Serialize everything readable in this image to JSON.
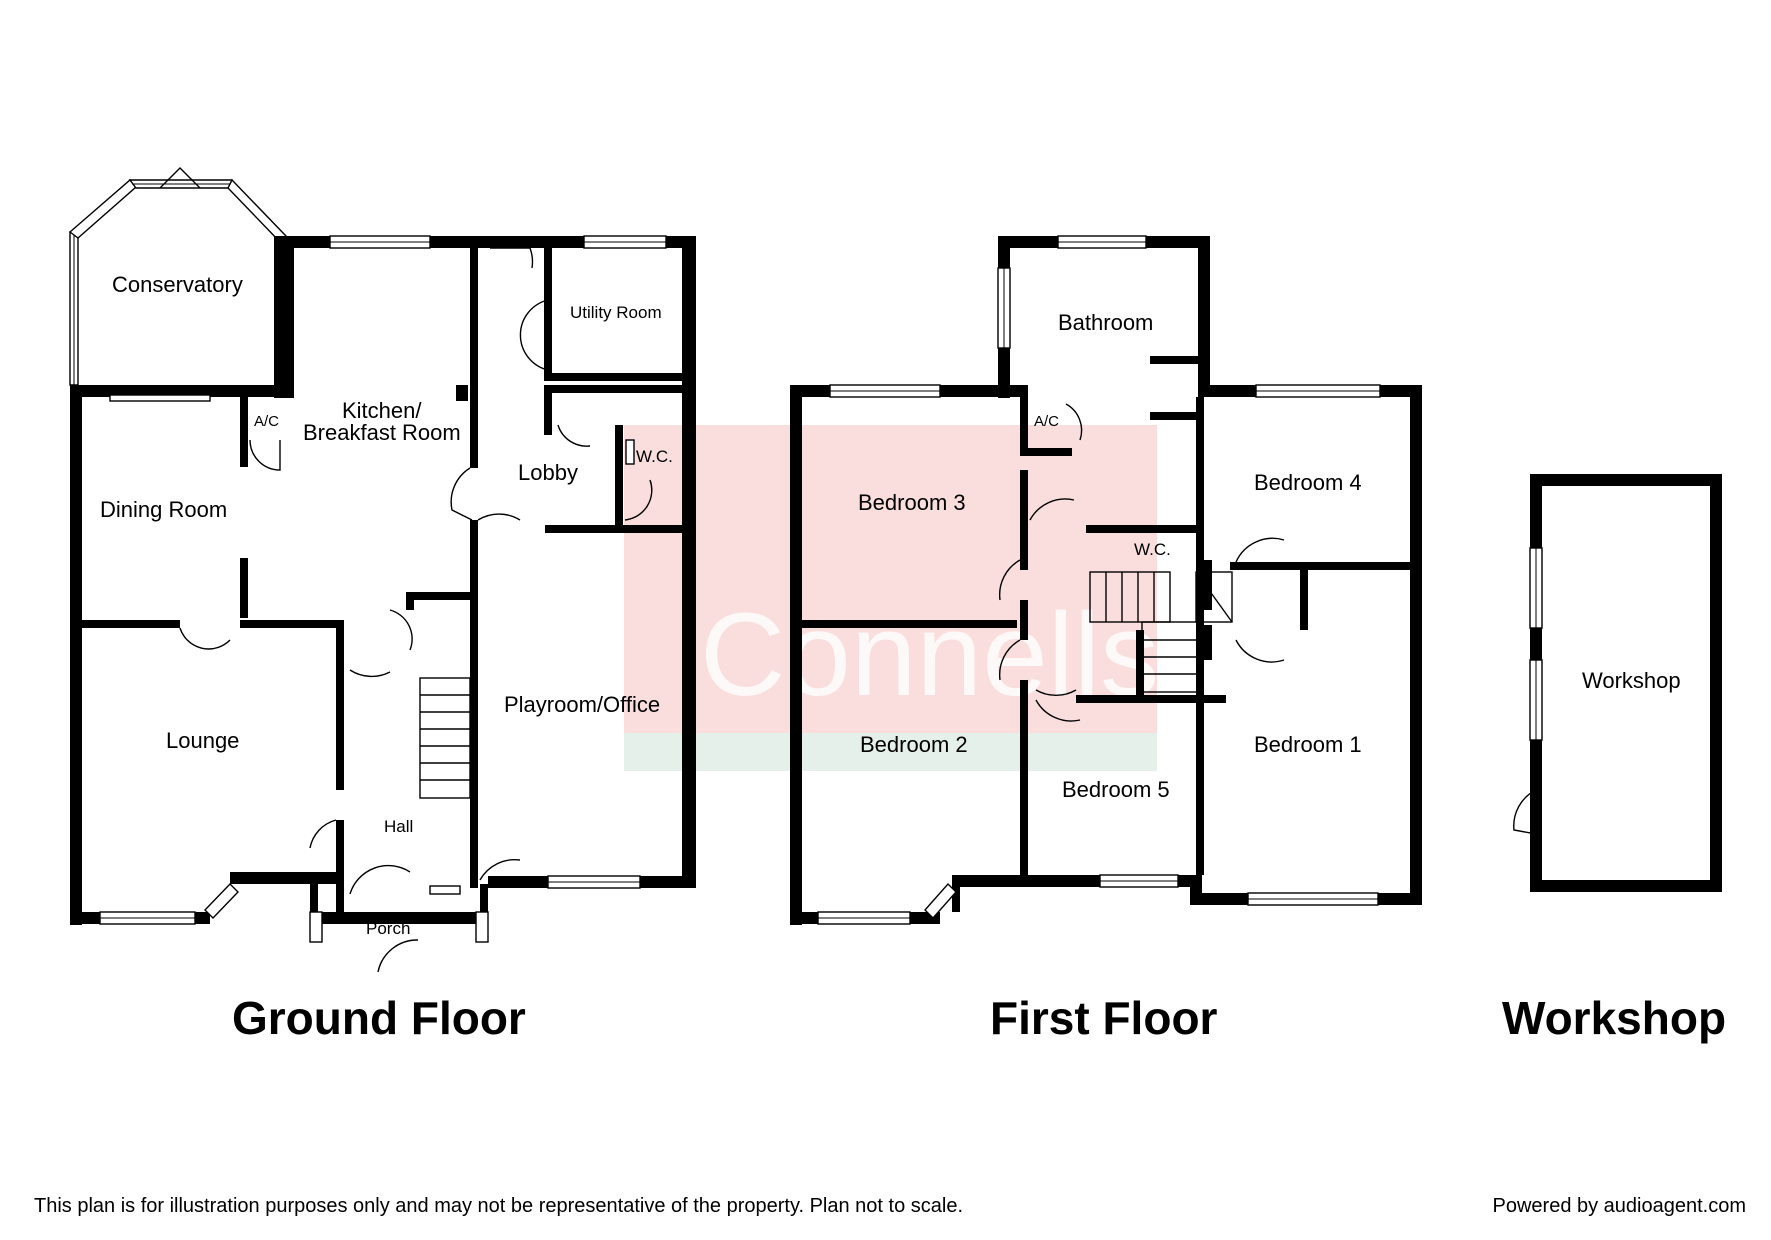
{
  "watermark": "Connells",
  "floors": [
    {
      "title": "Ground Floor",
      "rooms": [
        "Conservatory",
        "Kitchen/",
        "Breakfast Room",
        "Utility Room",
        "A/C",
        "Lobby",
        "W.C.",
        "Dining Room",
        "Lounge",
        "Playroom/Office",
        "Hall",
        "Porch"
      ]
    },
    {
      "title": "First Floor",
      "rooms": [
        "Bathroom",
        "A/C",
        "Bedroom 3",
        "Bedroom 4",
        "W.C.",
        "Bedroom 2",
        "Bedroom 5",
        "Bedroom 1"
      ]
    },
    {
      "title": "Workshop",
      "rooms": [
        "Workshop"
      ]
    }
  ],
  "footer": {
    "disclaimer": "This plan is for illustration purposes only and may not be representative of the property. Plan not to scale.",
    "powered_by": "Powered by audioagent.com"
  },
  "colors": {
    "walls": "#000000",
    "watermark_box": "#f7c6c6",
    "watermark_band": "#e0ece6"
  }
}
